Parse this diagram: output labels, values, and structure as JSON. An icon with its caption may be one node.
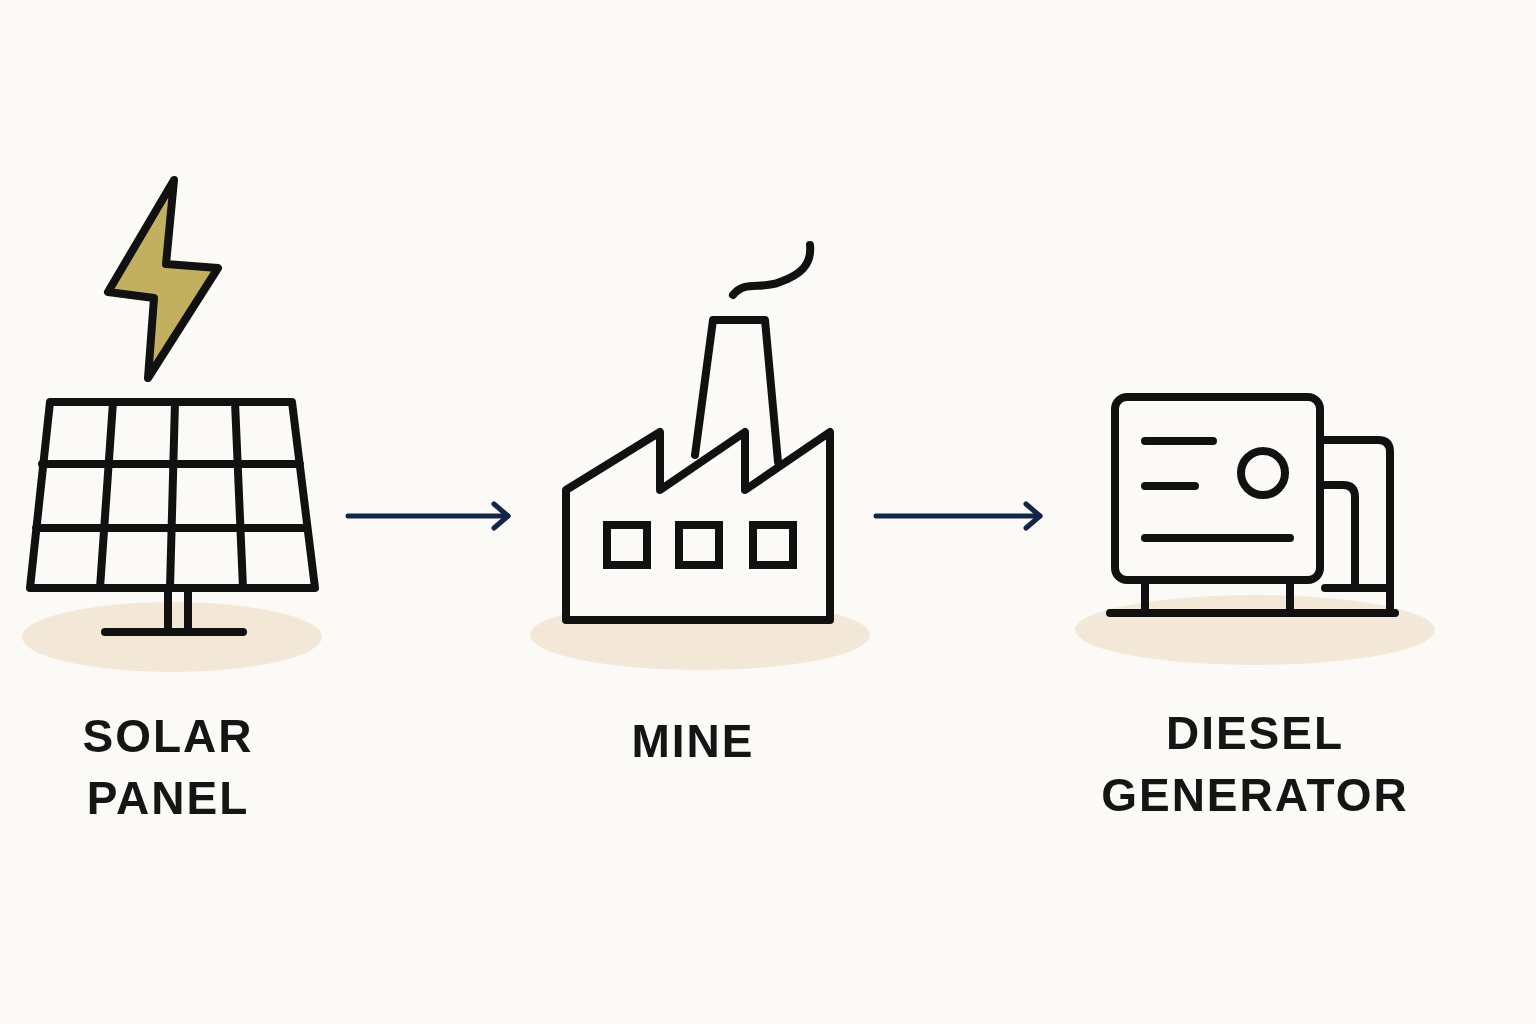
{
  "diagram": {
    "nodes": [
      {
        "text": [
          "SOLAR PANEL"
        ]
      },
      {
        "text": [
          "MINE"
        ]
      },
      {
        "text": [
          "DIESEL GENERATOR"
        ]
      }
    ],
    "edges": [
      {
        "from": 0,
        "to": 1,
        "arrow": "to"
      },
      {
        "from": 1,
        "to": 2,
        "arrow": "to"
      }
    ]
  }
}
